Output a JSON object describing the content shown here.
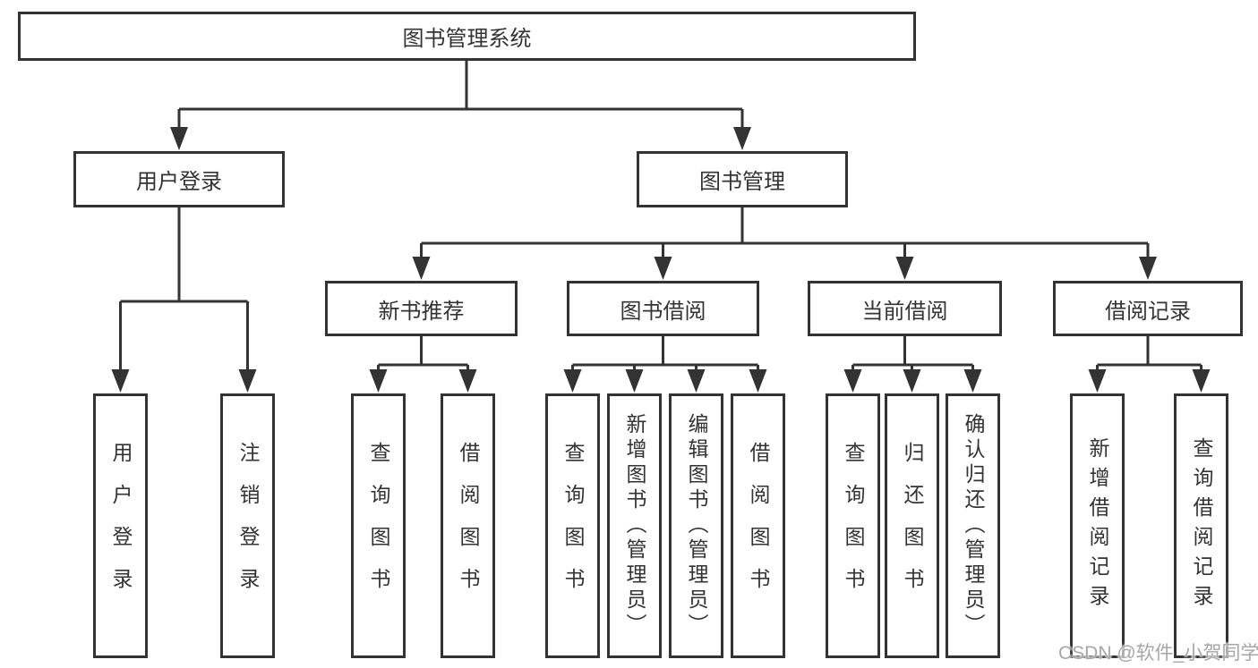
{
  "tree": {
    "label": "图书管理系统",
    "children": [
      {
        "label": "用户登录",
        "children": [
          {
            "label": "用户登录"
          },
          {
            "label": "注销登录"
          }
        ]
      },
      {
        "label": "图书管理",
        "children": [
          {
            "label": "新书推荐",
            "children": [
              {
                "label": "查询图书"
              },
              {
                "label": "借阅图书"
              }
            ]
          },
          {
            "label": "图书借阅",
            "children": [
              {
                "label": "查询图书"
              },
              {
                "label": "新增图书（管理员）"
              },
              {
                "label": "编辑图书（管理员）"
              },
              {
                "label": "借阅图书"
              }
            ]
          },
          {
            "label": "当前借阅",
            "children": [
              {
                "label": "查询图书"
              },
              {
                "label": "归还图书"
              },
              {
                "label": "确认归还（管理员）"
              }
            ]
          },
          {
            "label": "借阅记录",
            "children": [
              {
                "label": "新增借阅记录"
              },
              {
                "label": "查询借阅记录"
              }
            ]
          }
        ]
      }
    ]
  },
  "watermark": {
    "text": "CSDN @软件_小贺同学"
  },
  "colors": {
    "line": "#333333",
    "text": "#333333",
    "background": "#ffffff",
    "watermark": "#a6a6a6"
  }
}
